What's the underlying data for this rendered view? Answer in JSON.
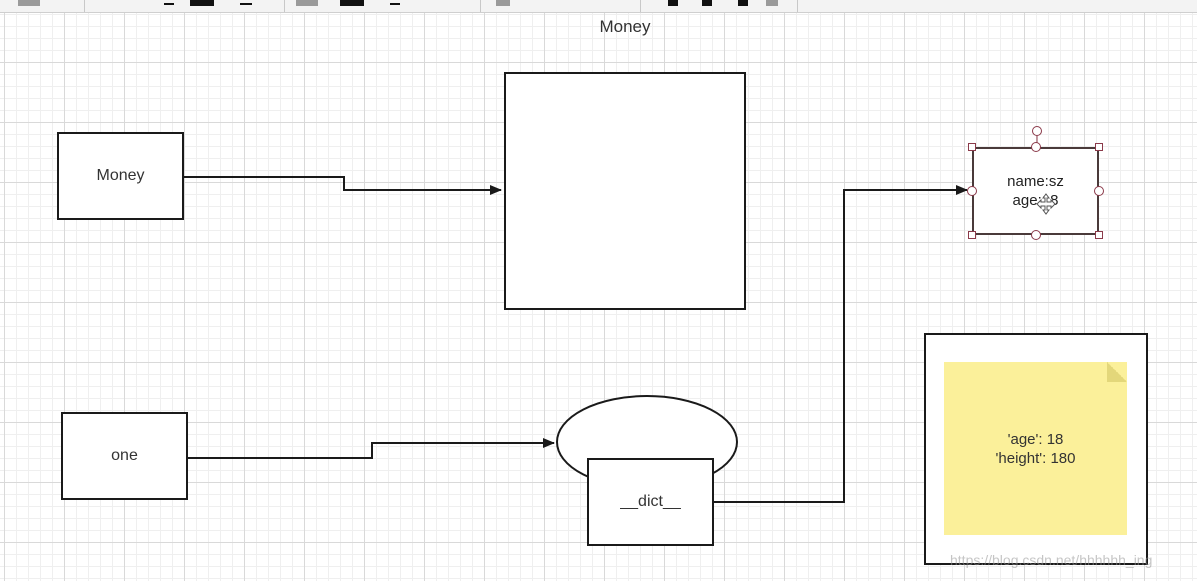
{
  "canvas": {
    "title": "Money"
  },
  "nodes": {
    "money_label": "Money",
    "one_label": "one",
    "dict_label": "__dict__",
    "selected_line1": "name:sz",
    "selected_line2": "age:18"
  },
  "note": {
    "line1": "'age': 18",
    "line2": "'height': 180"
  },
  "watermark": "https://blog.csdn.net/hhhhhh_ing",
  "colors": {
    "note_fill": "#fbf09a",
    "stroke": "#1a1a1a",
    "selection_handle": "#8b3a4a"
  }
}
